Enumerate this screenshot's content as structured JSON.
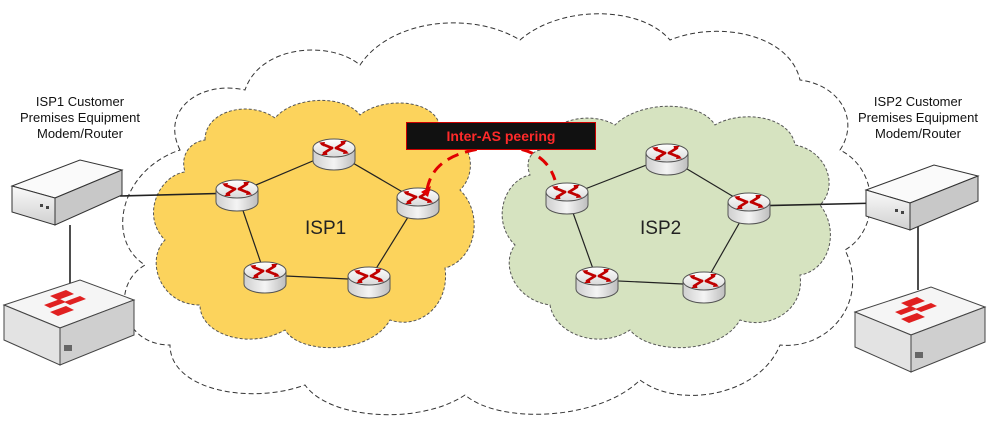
{
  "captions": {
    "left": [
      "ISP1 Customer",
      "Premises Equipment",
      "Modem/Router"
    ],
    "right": [
      "ISP2 Customer",
      "Premises Equipment",
      "Modem/Router"
    ]
  },
  "clouds": {
    "isp1": {
      "label": "ISP1",
      "color": "#fcd35c"
    },
    "isp2": {
      "label": "ISP2",
      "color": "#d6e3c0"
    }
  },
  "peering": {
    "label": "Inter-AS peering",
    "color": "#e00000"
  },
  "colors": {
    "router_arrow": "#c00000",
    "firewall_logo": "#e02020"
  }
}
